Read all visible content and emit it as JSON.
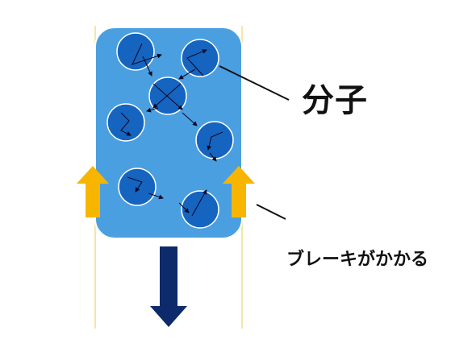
{
  "labels": {
    "molecule": "分子",
    "brake": "ブレーキがかかる"
  },
  "colors": {
    "container_fill": "#4a9fe0",
    "container_stroke": "#ffffff",
    "molecule_fill": "#1565c0",
    "molecule_stroke": "#ffffff",
    "wall_line": "#f5e6a8",
    "up_arrow": "#f7b500",
    "down_arrow": "#0d2a6b",
    "leader_line": "#111111",
    "path_arrow": "#0a0a2a"
  },
  "diagram": {
    "molecule_count": 7,
    "up_arrows": 2,
    "down_arrows": 1
  }
}
